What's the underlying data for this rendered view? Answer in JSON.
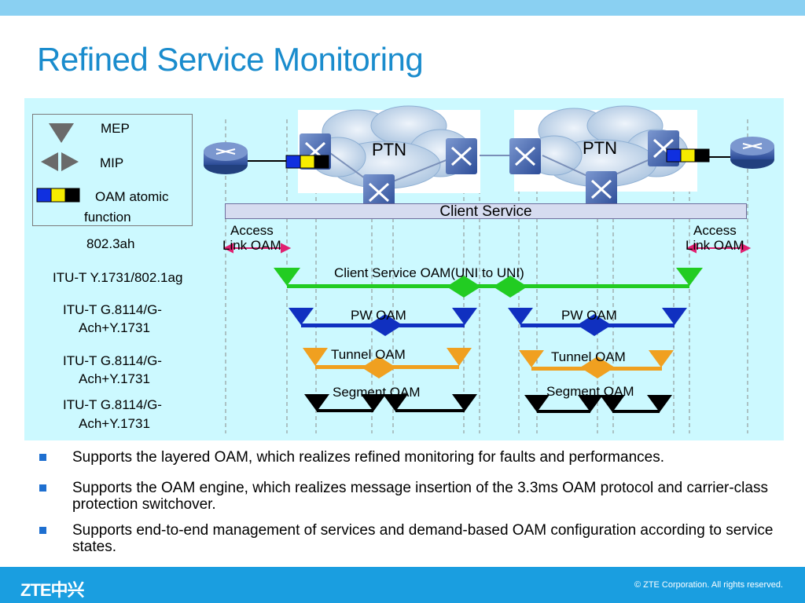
{
  "header": {
    "title": "Refined Service Monitoring"
  },
  "legend": {
    "mep_label": "MEP",
    "mip_label": "MIP",
    "oam_label_line1": "OAM atomic",
    "oam_label_line2": "function"
  },
  "clouds": {
    "left_label": "PTN",
    "right_label": "PTN"
  },
  "client_service": "Client Service",
  "access_oam": {
    "left_line1": "Access",
    "left_line2": "Link OAM",
    "right_line1": "Access",
    "right_line2": "Link OAM"
  },
  "layers": [
    {
      "standard": "802.3ah"
    },
    {
      "standard": "ITU-T Y.1731/802.1ag",
      "label": "Client Service OAM(UNI to UNI)"
    },
    {
      "standard_line1": "ITU-T G.8114/G-",
      "standard_line2": "Ach+Y.1731",
      "label_left": "PW OAM",
      "label_right": "PW OAM"
    },
    {
      "standard_line1": "ITU-T G.8114/G-",
      "standard_line2": "Ach+Y.1731",
      "label_left": "Tunnel OAM",
      "label_right": "Tunnel OAM"
    },
    {
      "standard_line1": "ITU-T G.8114/G-",
      "standard_line2": "Ach+Y.1731",
      "label_left": "Segment OAM",
      "label_right": "Segment OAM"
    }
  ],
  "bullets": [
    "Supports the layered OAM, which realizes refined monitoring for faults and performances.",
    "Supports the OAM engine, which realizes message insertion of the 3.3ms OAM protocol and carrier-class protection switchover.",
    "Supports end-to-end management of services and demand-based OAM configuration according to service states."
  ],
  "footer": {
    "logo": "ZTE中兴",
    "copyright": "© ZTE Corporation. All rights reserved."
  },
  "colors": {
    "title": "#1a8ccd",
    "client_oam": "#22cc22",
    "pw_oam": "#1030c0",
    "tunnel_oam": "#f0a020",
    "segment_oam": "#000000",
    "access_oam": "#e02070"
  }
}
